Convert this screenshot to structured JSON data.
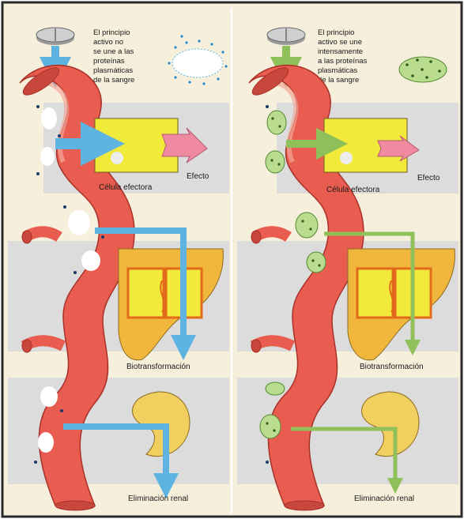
{
  "panels": {
    "left": {
      "header_lines": [
        "El principio",
        "activo no",
        "se une a las",
        "proteínas",
        "plasmáticas",
        "de la sangre"
      ],
      "accent": "#9fd4ee",
      "target_label": "Célula efectora",
      "effect_label": "Efecto",
      "liver_label": "Biotransformación",
      "kidney_label": "Eliminación renal"
    },
    "right": {
      "header_lines": [
        "El principio",
        "activo se une",
        "intensamente",
        "a las proteínas",
        "plasmáticas",
        "de la sangre"
      ],
      "accent": "#b9dc8f",
      "target_label": "Célula efectora",
      "effect_label": "Efecto",
      "liver_label": "Biotransformación",
      "kidney_label": "Eliminación renal"
    }
  },
  "colors": {
    "background": "#f6efdc",
    "band": "#dcdcdc",
    "vessel": "#e85d4f",
    "vessel_light": "#f4a89a",
    "cell": "#f2ea3a",
    "liver": "#f0b73c",
    "kidney": "#f1d060",
    "effect": "#f08aa0"
  },
  "icons": [
    "tablet-icon",
    "free-drug-cloud-icon",
    "protein-bound-cloud-icon",
    "blood-vessel-icon",
    "liver-icon",
    "kidney-icon",
    "effect-arrow-icon"
  ]
}
